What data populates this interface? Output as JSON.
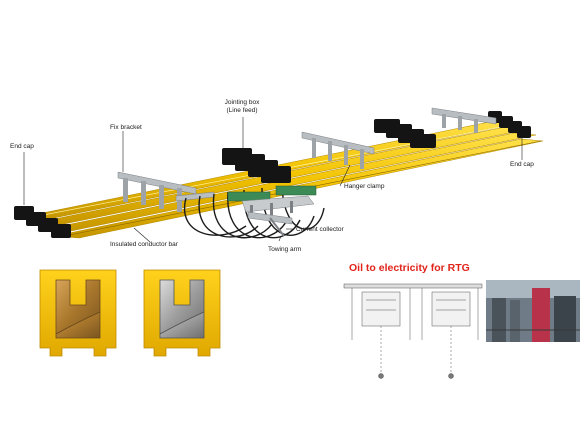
{
  "labels": {
    "end_cap_left": "End cap",
    "fix_bracket": "Fix bracket",
    "jointing_box_line1": "Jointing box",
    "jointing_box_line2": "(Line feed)",
    "end_cap_right": "End cap",
    "hanger_clamp": "Hanger clamp",
    "current_collector": "Current collector",
    "towing_arm": "Towing arm",
    "insulated_conductor_bar": "Insulated conductor bar"
  },
  "rtg": {
    "heading": "Oil to electricity for RTG"
  },
  "colors": {
    "bar_yellow": "#f2c200",
    "bar_shadow": "#c49400",
    "end_cap": "#141414",
    "bracket": "#a9aeb2",
    "heading_red": "#e2231a",
    "copper": "#b8863c",
    "steel": "#a3a3a3",
    "collector_green": "#3c8a55"
  }
}
